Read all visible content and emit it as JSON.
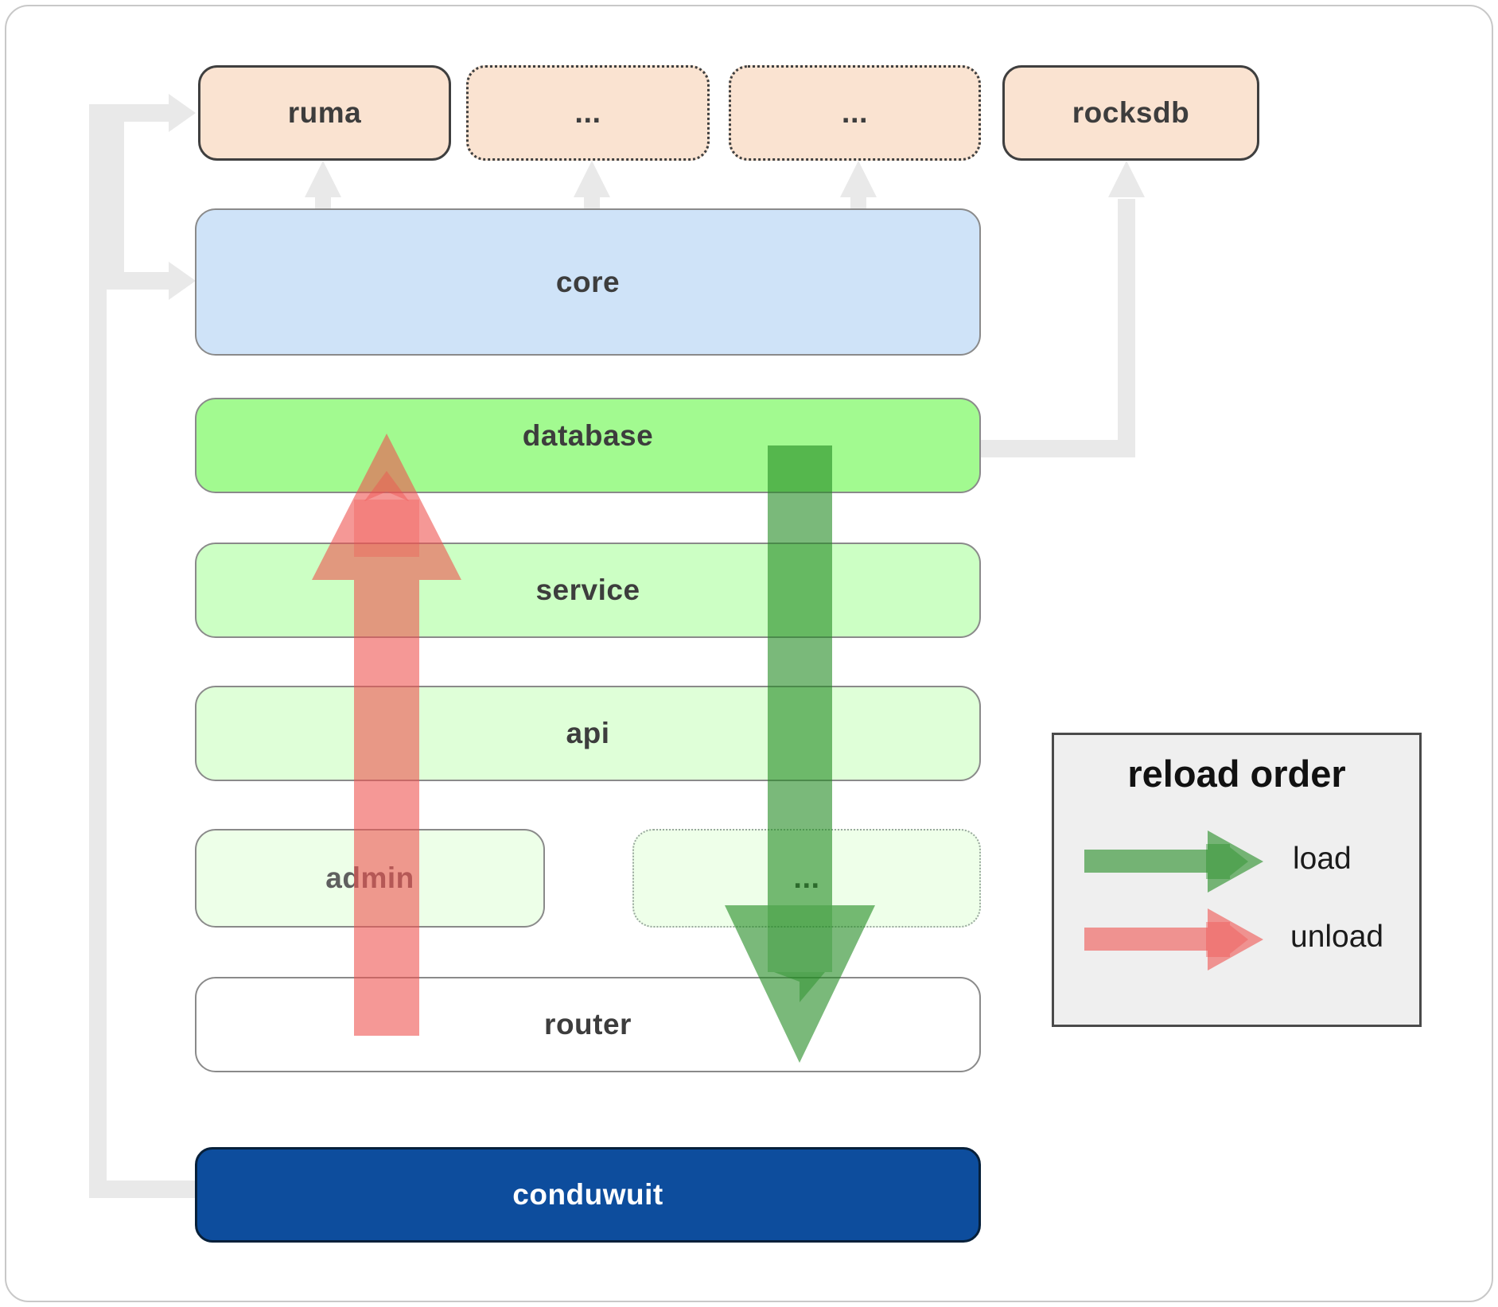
{
  "nodes": {
    "ruma": {
      "label": "ruma"
    },
    "ellipsis1": {
      "label": "..."
    },
    "ellipsis2": {
      "label": "..."
    },
    "rocksdb": {
      "label": "rocksdb"
    },
    "core": {
      "label": "core"
    },
    "database": {
      "label": "database"
    },
    "service": {
      "label": "service"
    },
    "api": {
      "label": "api"
    },
    "admin": {
      "label": "admin"
    },
    "ellipsis3": {
      "label": "..."
    },
    "router": {
      "label": "router"
    },
    "conduwuit": {
      "label": "conduwuit"
    }
  },
  "legend": {
    "title": "reload order",
    "load_label": "load",
    "unload_label": "unload"
  },
  "colors": {
    "peach_fill": "#fae3d1",
    "blue_fill": "#cfe3f8",
    "database_fill": "#a2fa90",
    "service_fill": "#ccffc4",
    "api_fill": "#dfffd8",
    "admin_fill": "#edffe8",
    "ellipsis_row_fill": "#eeffe9",
    "router_fill": "#ffffff",
    "conduwuit_fill": "#0d4d9d",
    "load_green": "#228b22",
    "unload_red": "#ef5350",
    "connector_gray": "#e9e9e9",
    "legend_bg": "#efefef",
    "border_gray": "#8a8a8a",
    "border_dark": "#3f3f3f",
    "label_color": "#3d3d3d",
    "frame_border": "#c8c8c8"
  }
}
